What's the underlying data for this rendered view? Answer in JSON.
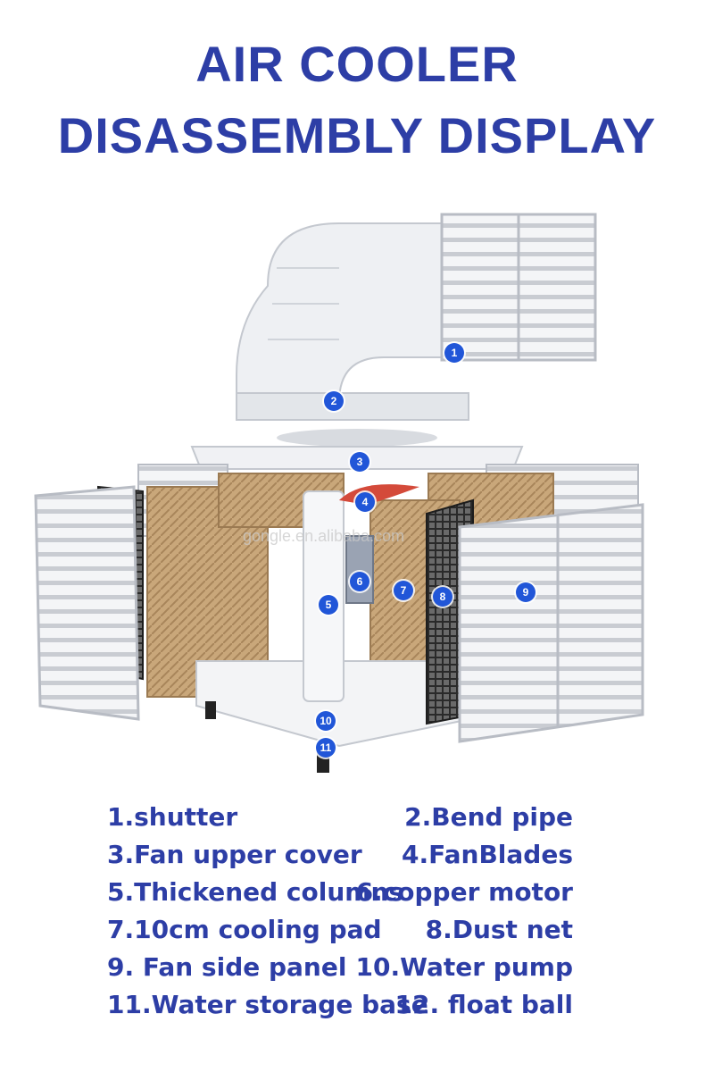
{
  "title": {
    "line1": "AIR COOLER",
    "line2": "DISASSEMBLY DISPLAY"
  },
  "watermark": "gongle.en.alibaba.com",
  "callouts": [
    "1",
    "2",
    "3",
    "4",
    "5",
    "6",
    "7",
    "8",
    "9",
    "10",
    "11"
  ],
  "legend": [
    {
      "left": "1.shutter",
      "right": "2.Bend pipe"
    },
    {
      "left": "3.Fan upper cover",
      "right": "4.FanBlades"
    },
    {
      "left": "5.Thickened columns",
      "right": "6.copper motor"
    },
    {
      "left": "7.10cm cooling pad",
      "right": "8.Dust net"
    },
    {
      "left": "9. Fan side panel",
      "right": "10.Water pump"
    },
    {
      "left": "11.Water storage base",
      "right": "12. float ball"
    }
  ],
  "colors": {
    "title": "#2d3ea6",
    "callout": "#2156d8",
    "pad": "#c9a77a",
    "panel": "#f2f3f5"
  }
}
